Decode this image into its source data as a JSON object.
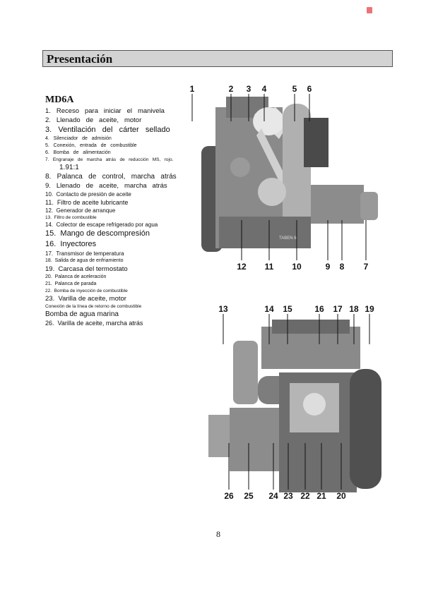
{
  "heading": "Presentación",
  "model": "MD6A",
  "items": [
    "1.   Receso   para   iniciar   el   manivela",
    "2.   Llenado   de   aceite,   motor",
    "3.   Ventilación   del   cárter   sellado",
    "4.   Silenciador   de   admisión",
    "5.   Conexión,   entrada   de   combustible",
    "6.   Bomba   de   alimentación",
    "7.   Engranaje   de   marcha   atrás   de   reducción   MS,   rojo.",
    "1.91:1",
    "8.   Palanca   de   control,   marcha   atrás",
    "9.   Llenado   de   aceite,   marcha   atrás",
    "10.  Contacto de presión de aceite",
    "11.  Filtro de aceite lubricante",
    "12.  Generador de arranque",
    "13.  Filtro de combustible",
    "14.  Colector de escape refrigerado por agua",
    "15.  Mango de descompresión",
    "16.  Inyectores",
    "17.  Transmisor de temperatura",
    "18.  Salida de agua de enfriamiento",
    "19.  Carcasa del termostato",
    "20.  Palanca de aceleración",
    "21.  Palanca de parada",
    "22.  Bomba de inyección de combustible",
    "23.  Varilla de aceite, motor",
    "Conexión de la línea de retorno de combustible",
    "Bomba de agua marina",
    "26.  Varilla de aceite, marcha atrás"
  ],
  "figure_top": {
    "top_labels": [
      "1",
      "2",
      "3",
      "4",
      "5",
      "6"
    ],
    "bottom_labels": [
      "12",
      "11",
      "10",
      "9",
      "8",
      "7"
    ],
    "engraving": "TABEN 6"
  },
  "figure_bottom": {
    "top_labels": [
      "13",
      "14",
      "15",
      "16",
      "17",
      "18",
      "19"
    ],
    "bottom_labels": [
      "26",
      "25",
      "24",
      "23",
      "22",
      "21",
      "20"
    ]
  },
  "page_number": "8"
}
